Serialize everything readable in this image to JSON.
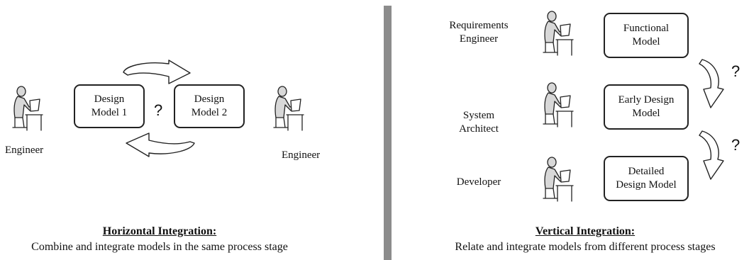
{
  "left": {
    "engineer_left_label": "Engineer",
    "engineer_right_label": "Engineer",
    "model1": {
      "line1": "Design",
      "line2": "Model 1"
    },
    "model2": {
      "line1": "Design",
      "line2": "Model 2"
    },
    "question": "?",
    "heading": "Horizontal Integration:",
    "caption": "Combine and integrate models in the same process stage"
  },
  "right": {
    "roles": [
      {
        "line1": "Requirements",
        "line2": "Engineer"
      },
      {
        "line1": "System",
        "line2": "Architect"
      },
      {
        "line1": "Developer",
        "line2": ""
      }
    ],
    "models": [
      {
        "line1": "Functional",
        "line2": "Model"
      },
      {
        "line1": "Early Design",
        "line2": "Model"
      },
      {
        "line1": "Detailed",
        "line2": "Design Model"
      }
    ],
    "question_1": "?",
    "question_2": "?",
    "heading": "Vertical Integration:",
    "caption": "Relate and integrate models from different process stages"
  },
  "colors": {
    "divider": "#8c8c8c",
    "stroke": "#222222",
    "person_fill": "#d8d8d8"
  },
  "icons": [
    "person-at-laptop-icon",
    "curved-arrow-icon"
  ]
}
